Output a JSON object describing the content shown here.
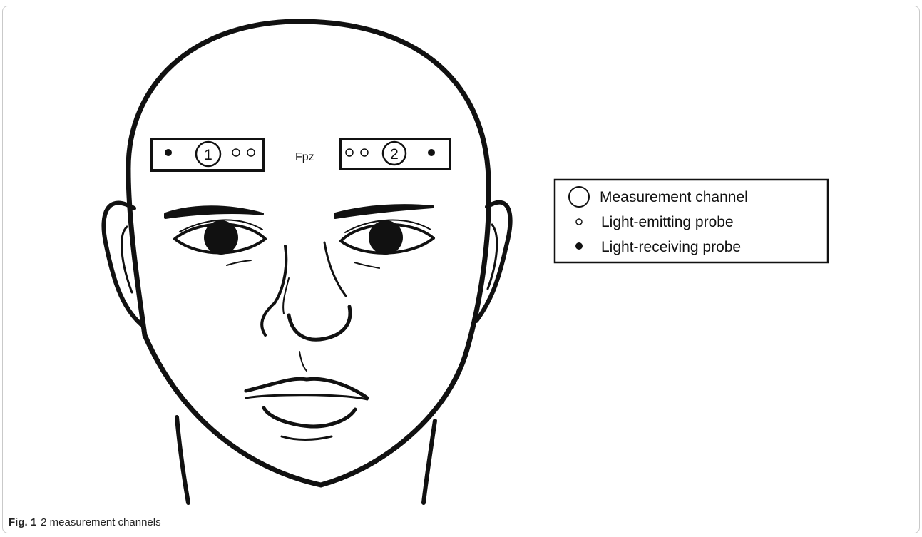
{
  "diagram": {
    "reference_label": "Fpz",
    "channels": [
      {
        "label": "1"
      },
      {
        "label": "2"
      }
    ],
    "legend": {
      "items": [
        {
          "symbol": "large-open-circle",
          "label": "Measurement channel"
        },
        {
          "symbol": "small-open-circle",
          "label": "Light-emitting probe"
        },
        {
          "symbol": "filled-circle",
          "label": "Light-receiving probe"
        }
      ]
    }
  },
  "caption": {
    "number": "Fig. 1",
    "text": "2 measurement channels"
  }
}
